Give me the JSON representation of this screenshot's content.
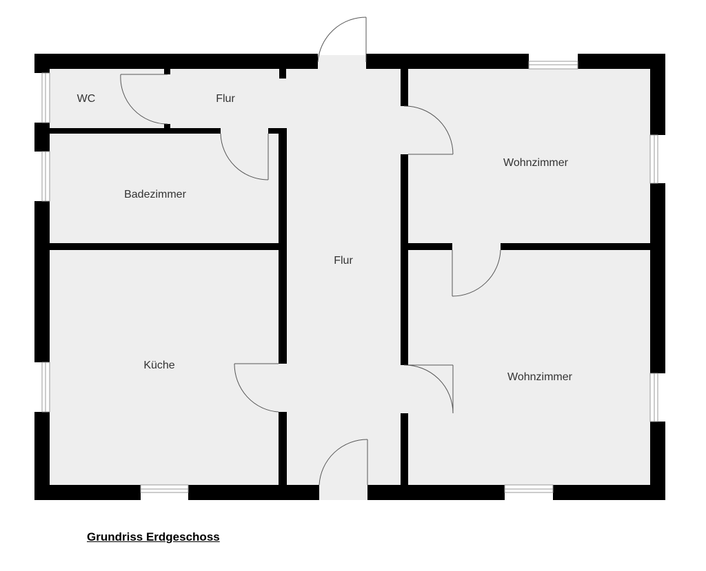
{
  "rooms": {
    "wc": "WC",
    "flur_top": "Flur",
    "badezimmer": "Badezimmer",
    "flur_main": "Flur",
    "kueche": "Küche",
    "wohnzimmer_top": "Wohnzimmer",
    "wohnzimmer_bottom": "Wohnzimmer"
  },
  "caption": "Grundriss Erdgeschoss",
  "colors": {
    "wall": "#000000",
    "floor": "#eeeeee",
    "door_line": "#555555",
    "window": "#999999"
  }
}
